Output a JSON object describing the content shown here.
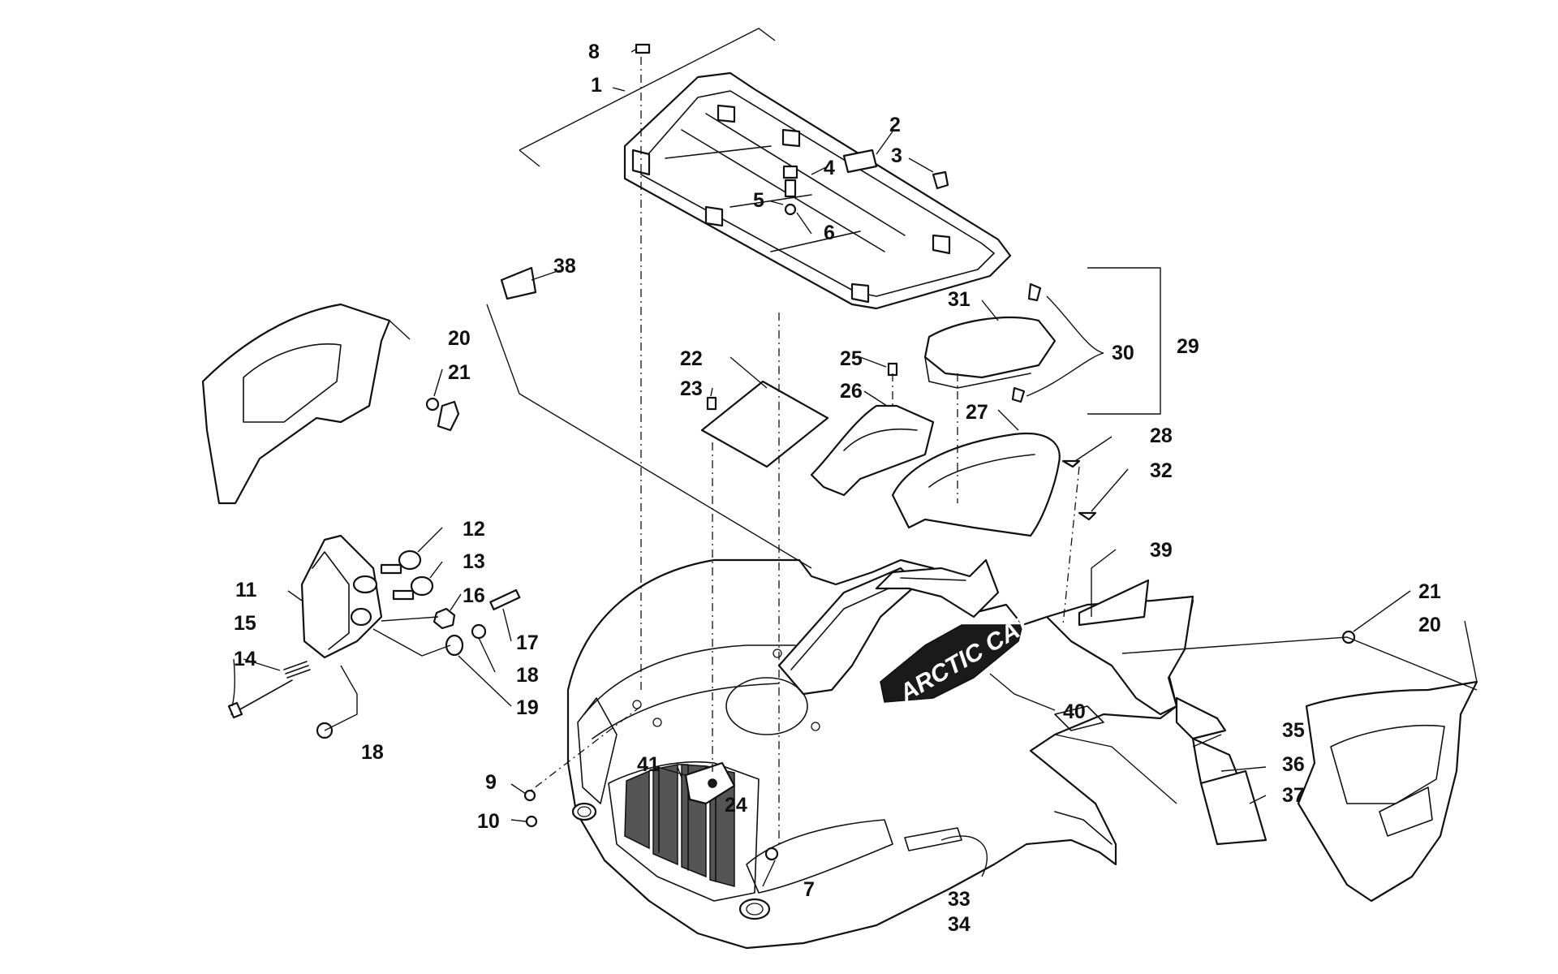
{
  "callouts": [
    "1",
    "2",
    "3",
    "4",
    "5",
    "6",
    "7",
    "8",
    "9",
    "10",
    "11",
    "12",
    "13",
    "14",
    "15",
    "16",
    "17",
    "18",
    "18",
    "19",
    "20",
    "20",
    "21",
    "21",
    "22",
    "23",
    "24",
    "25",
    "26",
    "27",
    "28",
    "29",
    "30",
    "31",
    "32",
    "33",
    "34",
    "35",
    "36",
    "37",
    "38",
    "39",
    "40",
    "41"
  ],
  "decal": {
    "text": "ARCTIC CAT"
  },
  "colors": {
    "line": "#111111",
    "background": "#ffffff",
    "decal_fill": "#1a1a1a"
  }
}
